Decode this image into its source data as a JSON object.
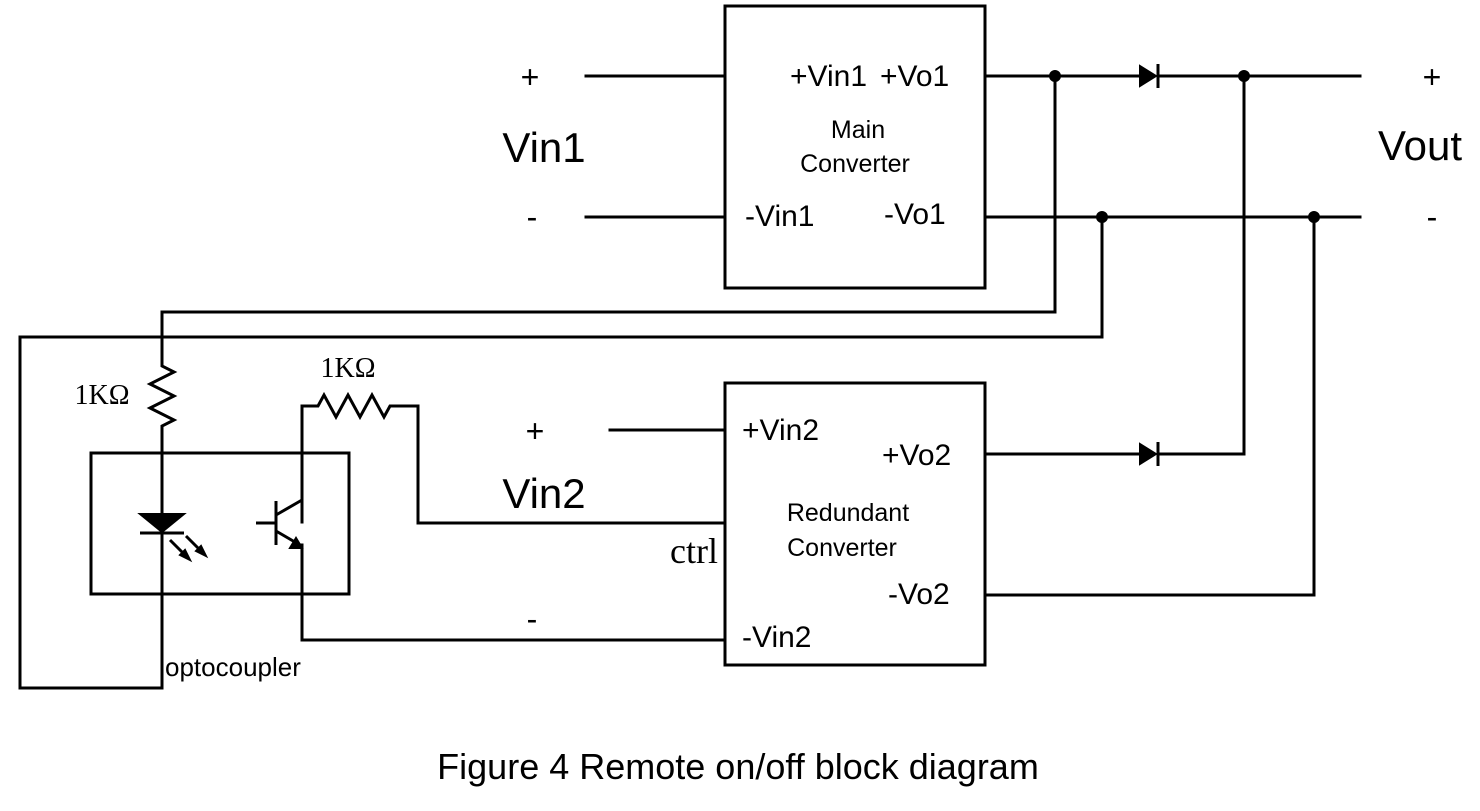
{
  "input1": {
    "plus": "+",
    "label": "Vin1",
    "minus": "-"
  },
  "input2": {
    "plus": "+",
    "label": "Vin2",
    "minus": "-"
  },
  "output": {
    "plus": "+",
    "label": "Vout",
    "minus": "-"
  },
  "main_converter": {
    "line1": "Main",
    "line2": "Converter",
    "pin_vin_plus": "+Vin1",
    "pin_vin_minus": "-Vin1",
    "pin_vo_plus": "+Vo1",
    "pin_vo_minus": "-Vo1"
  },
  "redundant_converter": {
    "line1": "Redundant",
    "line2": "Converter",
    "pin_vin_plus": "+Vin2",
    "pin_vin_minus": "-Vin2",
    "pin_vo_plus": "+Vo2",
    "pin_vo_minus": "-Vo2",
    "pin_ctrl": "ctrl"
  },
  "resistors": {
    "r1": "1KΩ",
    "r2": "1KΩ"
  },
  "optocoupler": {
    "label": "optocoupler"
  },
  "caption": "Figure 4 Remote on/off block diagram"
}
